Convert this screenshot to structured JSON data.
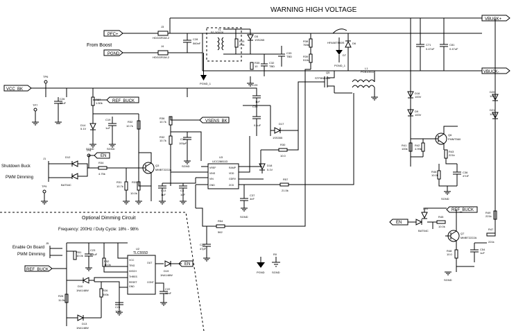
{
  "title": "WARNING HIGH VOLTAGE",
  "ports": {
    "pfc_plus": "PFC+",
    "pgnd": "PGND",
    "vbuck_plus": "VBUCK+",
    "vbuck_minus": "VBUCK-",
    "vcc_bk": "VCC_BK",
    "ref_buck_1": "REF_BUCK",
    "ref_buck_2": "REF_BUCK",
    "ref_buck_3": "REF_BUCK",
    "vsens_bk": "VSENS_BK",
    "en_1": "EN",
    "en_2": "EN",
    "en_3": "EN"
  },
  "labels": {
    "from_boost": "From Boost",
    "shutdown_buck": "Shutdown Buck",
    "pwm_dimming_1": "PWM Dimming",
    "optional_dimming": "Optional Dimming Circuit",
    "frequency": "Frequency: 200Hz / Duty Cycle: 18% - 98%",
    "enable_on_board": "Enable On Board",
    "pwm_dimming_2": "PWM Dimming"
  },
  "components": {
    "j1_top": "J3",
    "j1_top_part": "HDGGR1M-2",
    "j2_bot": "J4",
    "j2_bot_part": "HDGGR1M-2",
    "c28": "C28",
    "c28_v": "560nF",
    "t1": "T1",
    "t1_part": "B1-500G6",
    "r33": "R33",
    "r33_v": "2.5k",
    "d5": "D5",
    "d5_part": "1SS265",
    "r35": "R35",
    "r35_v": "10",
    "c32": "C32",
    "c32_v": "TBD",
    "c33": "C33",
    "c33_v": "TBD",
    "pgnd_1": "PGND_1",
    "r38": "R38",
    "r38_v": "765k",
    "r39": "R39",
    "r39_v": "511k",
    "q5": "Q5",
    "q5_part": "STP8NK60Z",
    "d6": "D6",
    "d6_part": "HFA08TB60S",
    "dr_q": "D7",
    "pgnd_2": "PGND_1",
    "l1": "L1",
    "l1_part": "PCB10011",
    "c7": "C71",
    "c7_v": "0.47uF",
    "c8": "C81",
    "c8_v": "0.47uF",
    "tp6": "TP6",
    "tp7": "TP7",
    "tp8": "TP8",
    "tp9": "TP9",
    "r37": "R37",
    "r37_v": "1.50k",
    "c26": "C26",
    "c26_v": "10uF",
    "d14": "D14",
    "d14_v": "5.1V",
    "c19": "C19",
    "c19_v": "1uF",
    "r32": "R32",
    "r32_v": "10.7k",
    "r36": "R36",
    "r36_v": "10.7k",
    "r32b": "R32",
    "r32b_v": "10.7k",
    "c34": "C34",
    "c34_v": "100pF",
    "c29": "C29",
    "c29_v": "1uF",
    "c35": "C35",
    "c35_v": "0.1uF",
    "d17": "D17",
    "d17_part": "1SS355",
    "r30": "R30",
    "r30_v": "10.0",
    "u3": "U3",
    "u3_part": "UCC28811D",
    "u3_pins": [
      "VREF",
      "VINS",
      "VIN",
      "GND",
      "RAMP",
      "VDD",
      "GDRV",
      "ZCD"
    ],
    "d18": "D18",
    "d18_v": "5.1V",
    "r57": "R57",
    "r57_v": "21.5k",
    "c37": "C37",
    "c37_v": "4nF",
    "j1": "J1",
    "r34": "R34",
    "r34_v": "4.75k",
    "d12": "D12",
    "d12_part": "BAT54C",
    "r24": "R34",
    "r24_v": "4.75k",
    "q3": "Q3",
    "q3_part": "MMBT2222A",
    "r31": "R31",
    "r31_v": "10.7k",
    "r33b": "R33",
    "r33b_v": "10.0k",
    "c13": "C13",
    "c13_v": "1uF",
    "c3": "C3",
    "c3_v": "1uF",
    "r54": "R54",
    "r54_v": "562",
    "c25": "C25",
    "c25_v": "47pF",
    "d16": "D16",
    "d16_v": "100V",
    "d9": "D9",
    "d9_v": "100V",
    "q6": "Q6",
    "q6_part": "FMMT560",
    "r41": "R41",
    "r41_v": "100k",
    "r42": "R42",
    "r42_v": "4.99k",
    "r43": "R43",
    "r43_v": "221k",
    "r46": "R46",
    "r46_v": "10.0k",
    "c36": "C36",
    "c36_v": "47nF",
    "d20": "D20",
    "d20_v": "100V",
    "d21": "D21",
    "d21_v": "100V",
    "r49": "R49",
    "r49_v": "221k",
    "d31": "D31",
    "d31_part": "BAT54C",
    "r45": "R45",
    "r45_v": "10.0k",
    "q7": "Q7",
    "q7_part": "MMBT2222A",
    "r48": "R48",
    "r48_v": "10.0",
    "c54": "C54",
    "c54_v": "1uF",
    "r47": "R47",
    "r47_v": "221k",
    "r50": "R50",
    "r50_v": "4.99k",
    "rb": "R0",
    "j5": "J5",
    "r51": "R51",
    "r51_v": "10.0k",
    "c23": "C23",
    "c23_v": "0.1uF",
    "r52": "R52",
    "r52_v": "10.0k",
    "u2": "U2",
    "u2_part": "TLC555D",
    "u2_pins": [
      "VCC",
      "TRIG",
      "DISCH",
      "THRES",
      "GND",
      "OUT",
      "RESET",
      "CONT"
    ],
    "d19": "D19",
    "d19_part": "1N4148W",
    "d10": "D10",
    "d10_part": "1N4148W",
    "d13": "D13",
    "d13_part": "1N4148W",
    "r28": "R28",
    "r28_v": "11.0k",
    "r26": "R26",
    "r26_v": "300k",
    "c24": "C24",
    "c24_v": "10nF",
    "c22": "C22",
    "c22_v": "10nF",
    "sgnd": "SGND",
    "pgnd": "PGND"
  }
}
